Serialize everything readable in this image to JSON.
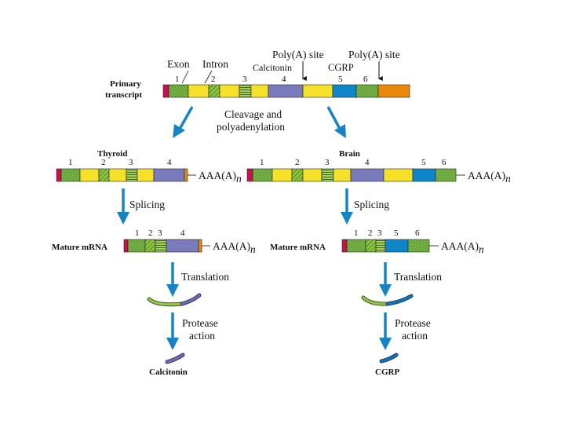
{
  "labels": {
    "exon": "Exon",
    "intron": "Intron",
    "polya1": "Poly(A) site",
    "polya2": "Poly(A) site",
    "calcitonin_top": "Calcitonin",
    "cgrp_top": "CGRP",
    "primary1": "Primary",
    "primary2": "transcript",
    "cleavage1": "Cleavage and",
    "cleavage2": "polyadenylation",
    "thyroid": "Thyroid",
    "brain": "Brain",
    "splicing_left": "Splicing",
    "splicing_right": "Splicing",
    "mature_left": "Mature mRNA",
    "mature_right": "Mature mRNA",
    "translation_left": "Translation",
    "translation_right": "Translation",
    "protease1_left": "Protease",
    "protease2_left": "action",
    "protease1_right": "Protease",
    "protease2_right": "action",
    "calcitonin_bottom": "Calcitonin",
    "cgrp_bottom": "CGRP",
    "aaa": "AAA(A)",
    "n": "n"
  },
  "exon_numbers": {
    "top": [
      "1",
      "2",
      "3",
      "4",
      "5",
      "6"
    ],
    "thyroid": [
      "1",
      "2",
      "3",
      "4"
    ],
    "brain": [
      "1",
      "2",
      "3",
      "4",
      "5",
      "6"
    ],
    "mature_left": [
      "1",
      "2",
      "3",
      "4"
    ],
    "mature_right": [
      "1",
      "2",
      "3",
      "5",
      "6"
    ]
  },
  "colors": {
    "cap": "#c8104a",
    "exon1": "#79b848",
    "intron": "#f5e12a",
    "exon2": "#8cc63f",
    "exon3": "#62a84a",
    "exon4": "#7a7bbd",
    "exon5": "#0f86c9",
    "exon6": "#79b848",
    "tail": "#e8890c",
    "arrow": "#1583c4",
    "peptide_green": "#96c24a",
    "peptide_purple": "#6e6cae",
    "peptide_blue": "#1a6fb0"
  }
}
